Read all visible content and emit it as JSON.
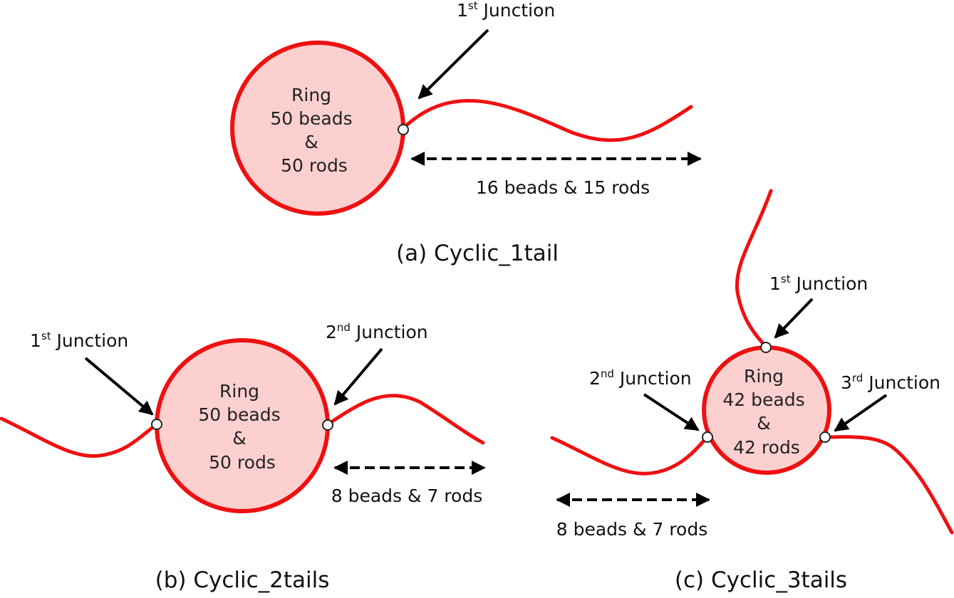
{
  "panel_a": {
    "ring": {
      "line1": "Ring",
      "line2": "50 beads",
      "line3": "&",
      "line4": "50 rods"
    },
    "junction1": {
      "ordinal": "1",
      "suffix": "st",
      "word": " Junction"
    },
    "tail_length": "16 beads & 15 rods",
    "caption": "(a) Cyclic_1tail"
  },
  "panel_b": {
    "ring": {
      "line1": "Ring",
      "line2": "50 beads",
      "line3": "&",
      "line4": "50 rods"
    },
    "junction1": {
      "ordinal": "1",
      "suffix": "st",
      "word": " Junction"
    },
    "junction2": {
      "ordinal": "2",
      "suffix": "nd",
      "word": " Junction"
    },
    "tail_length": "8 beads & 7 rods",
    "caption": "(b) Cyclic_2tails"
  },
  "panel_c": {
    "ring": {
      "line1": "Ring",
      "line2": "42 beads",
      "line3": "&",
      "line4": "42 rods"
    },
    "junction1": {
      "ordinal": "1",
      "suffix": "st",
      "word": " Junction"
    },
    "junction2": {
      "ordinal": "2",
      "suffix": "nd",
      "word": " Junction"
    },
    "junction3": {
      "ordinal": "3",
      "suffix": "rd",
      "word": " Junction"
    },
    "tail_length": "8 beads & 7 rods",
    "caption": "(c) Cyclic_3tails"
  },
  "colors": {
    "ring_stroke": "#ee1111",
    "ring_fill": "#fdd0d0",
    "arrow": "#000000"
  }
}
